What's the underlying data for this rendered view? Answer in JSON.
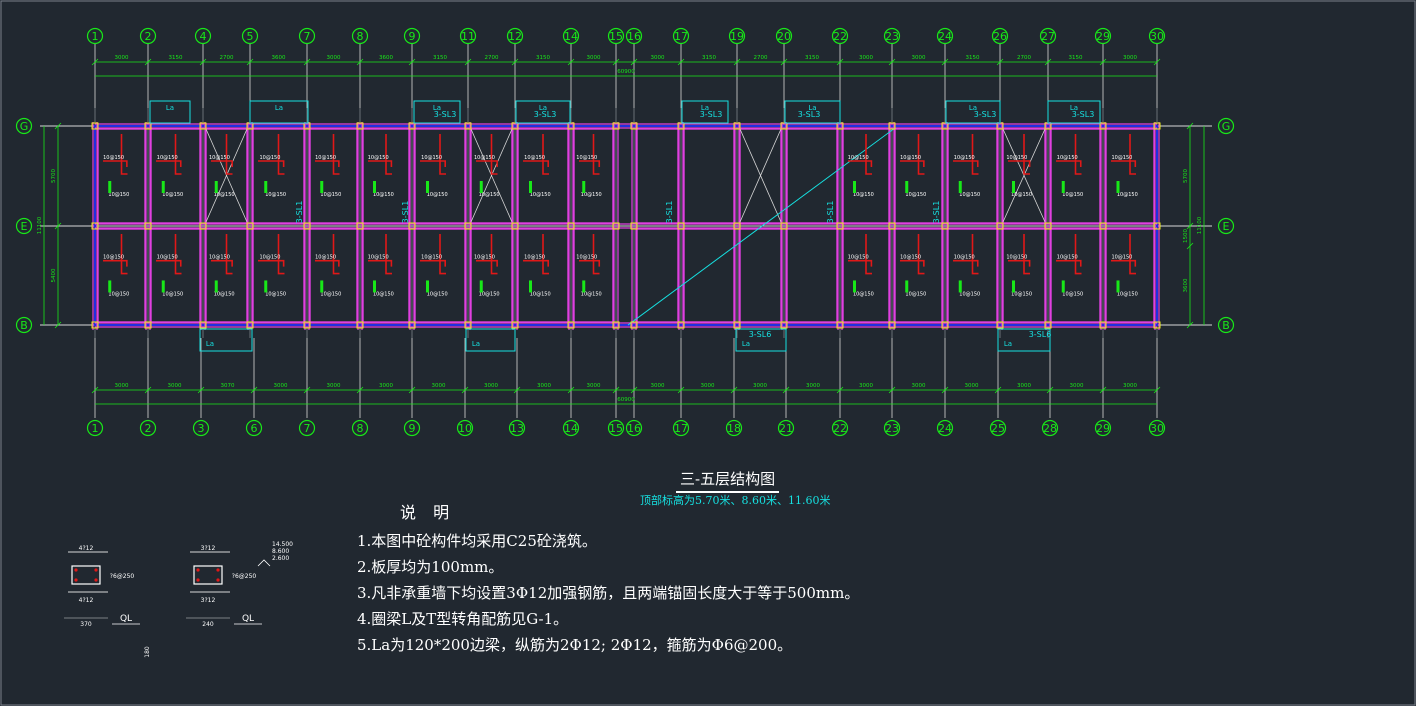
{
  "top_axis_labels": [
    "1",
    "2",
    "4",
    "5",
    "7",
    "8",
    "9",
    "11",
    "12",
    "14",
    "15",
    "16",
    "17",
    "19",
    "20",
    "22",
    "23",
    "24",
    "26",
    "27",
    "29",
    "30"
  ],
  "bottom_axis_labels": [
    "1",
    "2",
    "3",
    "6",
    "7",
    "8",
    "9",
    "10",
    "13",
    "14",
    "15",
    "16",
    "17",
    "18",
    "21",
    "22",
    "23",
    "24",
    "25",
    "28",
    "29",
    "30"
  ],
  "row_axis_labels": [
    "G",
    "E",
    "B"
  ],
  "top_dims": [
    "3000",
    "3150",
    "2700",
    "3600",
    "3000",
    "3600",
    "3150",
    "2700",
    "3150",
    "3000",
    "3000",
    "3150",
    "2700",
    "3150",
    "3000",
    "3000",
    "3150",
    "2700",
    "3150",
    "3000"
  ],
  "top_total": "60900",
  "bottom_dims": [
    "3000",
    "3000",
    "3070",
    "3000",
    "3000",
    "3000",
    "3000",
    "3000",
    "3000",
    "3000",
    "3000",
    "3000",
    "3000",
    "3000",
    "3000",
    "3000",
    "3000",
    "3000",
    "3000",
    "3000"
  ],
  "bottom_total": "60900",
  "left_dims": [
    "5700",
    "5400"
  ],
  "left_total": "11100",
  "right_dims": [
    "5700",
    "1500",
    "3600"
  ],
  "right_total": "11100",
  "beam_labels": [
    "3-SL3",
    "3-SL3",
    "3-SL3",
    "3-SL3",
    "3-SL3",
    "3-SL3",
    "3-SL1",
    "3-SL1",
    "3-SL1",
    "3-SL1",
    "3-SL1",
    "3-SL6",
    "3-SL6"
  ],
  "edge_beam_tag": "La",
  "drawing_title": "三-五层结构图",
  "drawing_subtitle": "顶部标高为5.70米、8.60米、11.60米",
  "notes_heading": "说  明",
  "notes": [
    "1.本图中砼构件均采用C25砼浇筑。",
    "2.板厚均为100mm。",
    "3.凡非承重墙下均设置3Φ12加强钢筋，且两端锚固长度大于等于500mm。",
    "4.圈梁L及T型转角配筋见G-1。",
    "5.La为120*200边梁，纵筋为2Φ12; 2Φ12，箍筋为Φ6@200。"
  ],
  "detail1": {
    "top": "4?12",
    "bottom": "4?12",
    "stirrup": "?6@250",
    "height": "180",
    "width": "370",
    "name": "QL"
  },
  "detail2": {
    "top": "3?12",
    "bottom": "3?12",
    "stirrup": "?6@250",
    "width": "240",
    "name": "QL",
    "elev": [
      "14.500",
      "8.600",
      "2.600"
    ]
  },
  "colors": {
    "bg": "#212830",
    "axis": "#18e818",
    "beam": "#e040e0",
    "grid": "#d8d8d8",
    "rebar": "#e01818",
    "text_cyan": "#16e0e0",
    "text_green": "#18e818",
    "text_yellow": "#f0f018",
    "wall_blue": "#2030e0"
  }
}
